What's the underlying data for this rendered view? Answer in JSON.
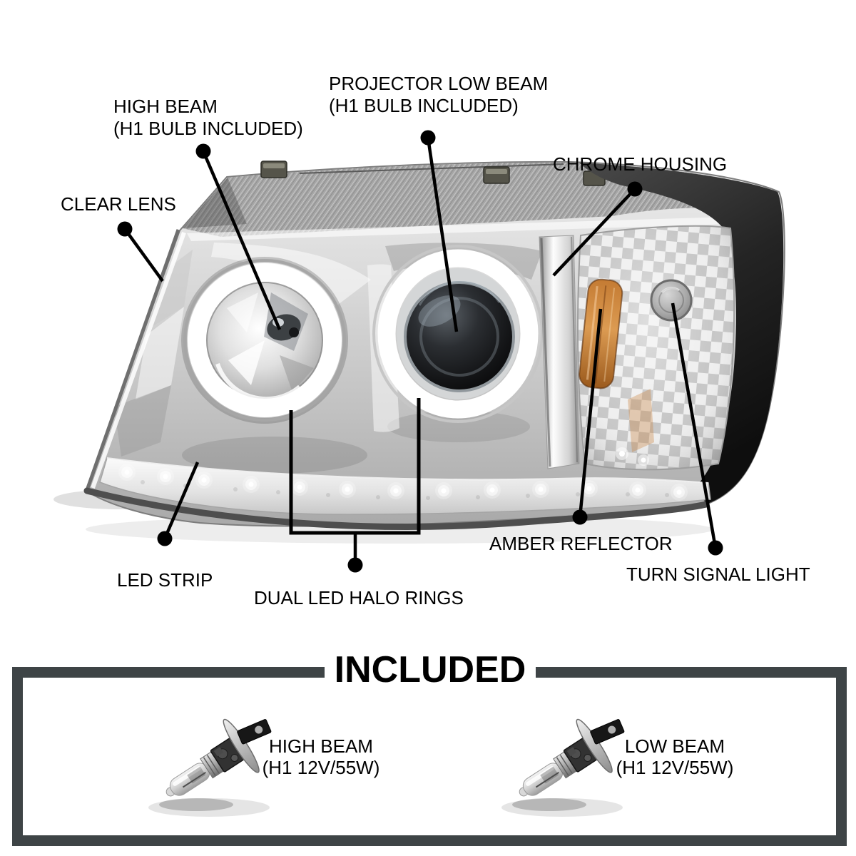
{
  "diagram": {
    "subject": "Projector headlight assembly annotated diagram",
    "callouts": [
      {
        "id": "high-beam",
        "label": "HIGH BEAM",
        "sublabel": "(H1 BULB INCLUDED)"
      },
      {
        "id": "projector-low-beam",
        "label": "PROJECTOR LOW BEAM",
        "sublabel": "(H1 BULB INCLUDED)"
      },
      {
        "id": "chrome-housing",
        "label": "CHROME HOUSING",
        "sublabel": ""
      },
      {
        "id": "clear-lens",
        "label": "CLEAR LENS",
        "sublabel": ""
      },
      {
        "id": "led-strip",
        "label": "LED STRIP",
        "sublabel": ""
      },
      {
        "id": "dual-led-halo-rings",
        "label": "DUAL LED HALO RINGS",
        "sublabel": ""
      },
      {
        "id": "amber-reflector",
        "label": "AMBER REFLECTOR",
        "sublabel": ""
      },
      {
        "id": "turn-signal-light",
        "label": "TURN SIGNAL LIGHT",
        "sublabel": ""
      }
    ],
    "colors": {
      "callout_line": "#000000",
      "label_text": "#000000",
      "frame": "#3e4446",
      "amber": "#c9843f",
      "chrome_light": "#ececec",
      "chrome_dark": "#9a9a9a",
      "housing_dark": "#1c1c1c",
      "background": "#ffffff"
    }
  },
  "included": {
    "title": "INCLUDED",
    "items": [
      {
        "name": "HIGH BEAM",
        "spec": "(H1 12V/55W)",
        "icon": "h1-bulb-icon"
      },
      {
        "name": "LOW BEAM",
        "spec": "(H1 12V/55W)",
        "icon": "h1-bulb-icon"
      }
    ]
  }
}
